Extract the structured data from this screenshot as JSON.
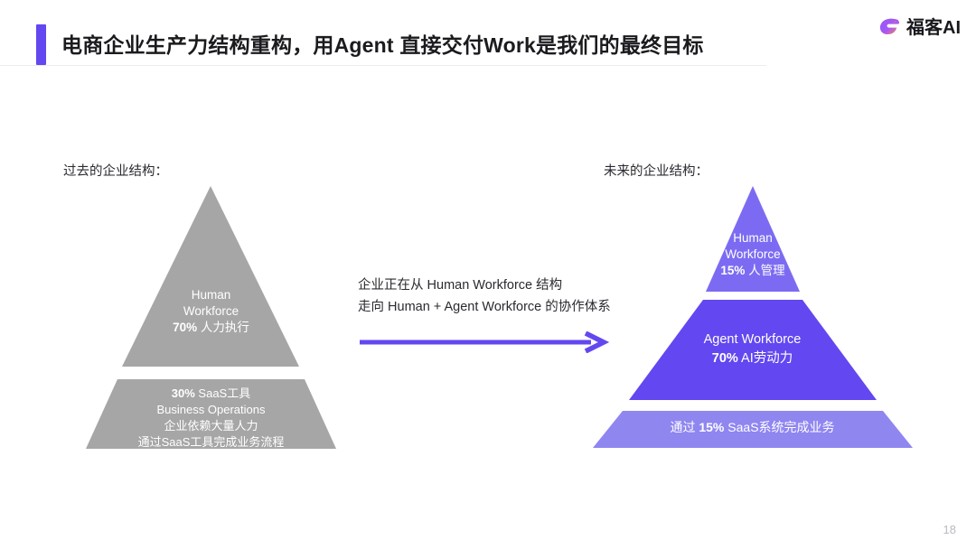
{
  "header": {
    "title": "电商企业生产力结构重构，用Agent 直接交付Work是我们的最终目标",
    "accent_color": "#6347f0"
  },
  "logo": {
    "icon": "swoosh-wing-icon",
    "text": "福客AI",
    "gradient_from": "#7c3aed",
    "gradient_to": "#f59e0b"
  },
  "left_section": {
    "caption": "过去的企业结构：",
    "color": "#a6a6a6",
    "tiers": [
      {
        "shape": "triangle",
        "line1": "Human",
        "line2": "Workforce",
        "stat": "70%",
        "stat_label": "人力执行"
      },
      {
        "shape": "trapezoid",
        "stat": "30%",
        "stat_label": "SaaS工具",
        "line2": "Business Operations",
        "line3": "企业依赖大量人力",
        "line4": "通过SaaS工具完成业务流程"
      }
    ]
  },
  "middle": {
    "line1": "企业正在从 Human Workforce 结构",
    "line2": "走向 Human + Agent Workforce 的协作体系",
    "arrow": "right-arrow-icon",
    "arrow_color": "#6347f0"
  },
  "right_section": {
    "caption": "未来的企业结构：",
    "tiers": [
      {
        "shape": "triangle",
        "color": "#7c6bf2",
        "line1": "Human",
        "line2": "Workforce",
        "stat": "15%",
        "stat_label": "人管理"
      },
      {
        "shape": "trapezoid",
        "color": "#6347f0",
        "line1": "Agent Workforce",
        "stat": "70%",
        "stat_label": "AI劳动力"
      },
      {
        "shape": "trapezoid",
        "color": "#8f86f0",
        "prefix": "通过",
        "stat": "15%",
        "stat_label": "SaaS系统完成业务"
      }
    ]
  },
  "footer": {
    "page_number": "18"
  }
}
